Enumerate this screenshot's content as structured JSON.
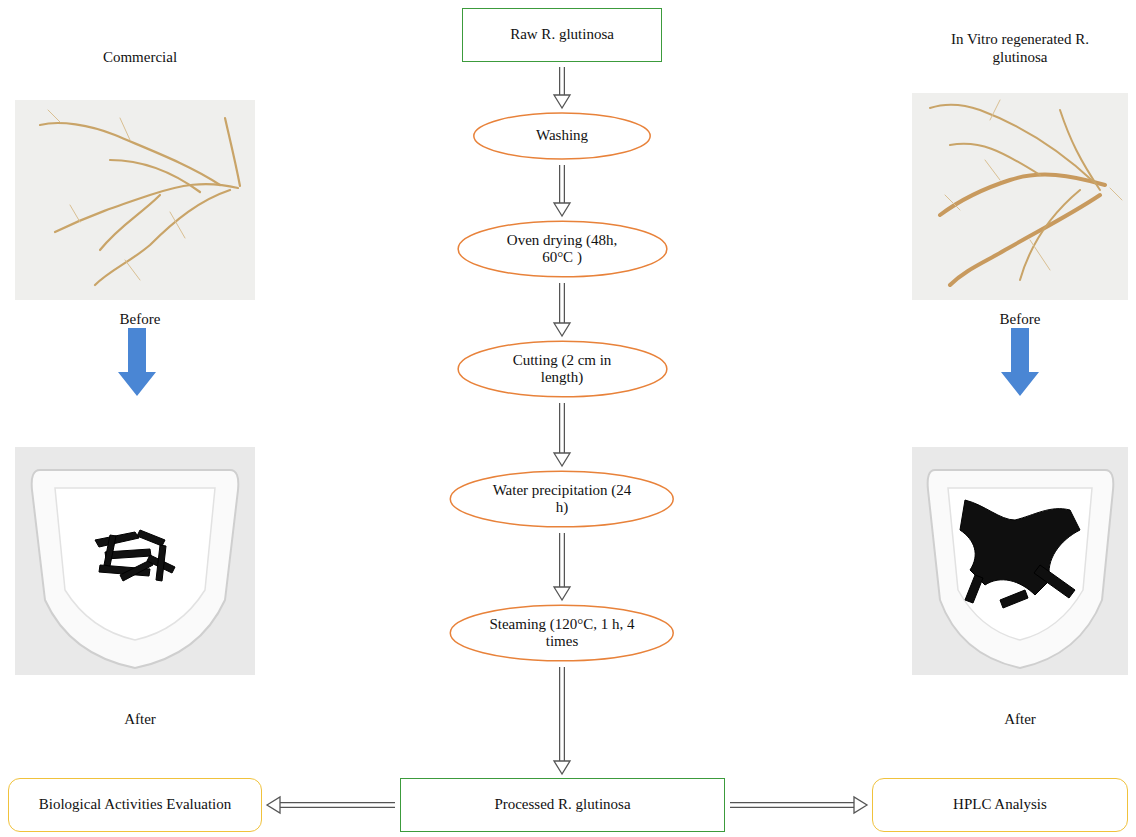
{
  "diagram": {
    "nodes": [
      {
        "text": [
          "Raw R. glutinosa"
        ]
      },
      {
        "text": [
          "Washing"
        ]
      },
      {
        "text": [
          "Oven drying (48h, 60°C )"
        ]
      },
      {
        "text": [
          "Cutting (2 cm in length)"
        ]
      },
      {
        "text": [
          "Water precipitation (24 h)"
        ]
      },
      {
        "text": [
          "Steaming (120°C, 1 h, 4 times"
        ]
      },
      {
        "text": [
          "Processed R. glutinosa"
        ]
      },
      {
        "text": [
          "Biological Activities Evaluation"
        ]
      },
      {
        "text": [
          "HPLC Analysis"
        ]
      }
    ],
    "edges": [
      {
        "from": 0,
        "to": 1,
        "arrow": "to"
      },
      {
        "from": 1,
        "to": 2,
        "arrow": "to"
      },
      {
        "from": 2,
        "to": 3,
        "arrow": "to"
      },
      {
        "from": 3,
        "to": 4,
        "arrow": "to"
      },
      {
        "from": 4,
        "to": 5,
        "arrow": "to"
      },
      {
        "from": 5,
        "to": 6,
        "arrow": "to"
      },
      {
        "from": 6,
        "to": 7,
        "arrow": "to"
      },
      {
        "from": 6,
        "to": 8,
        "arrow": "to"
      }
    ],
    "labels": [
      "Commercial",
      "Before",
      "After",
      "In Vitro regenerated R. glutinosa",
      "Before",
      "After"
    ]
  }
}
